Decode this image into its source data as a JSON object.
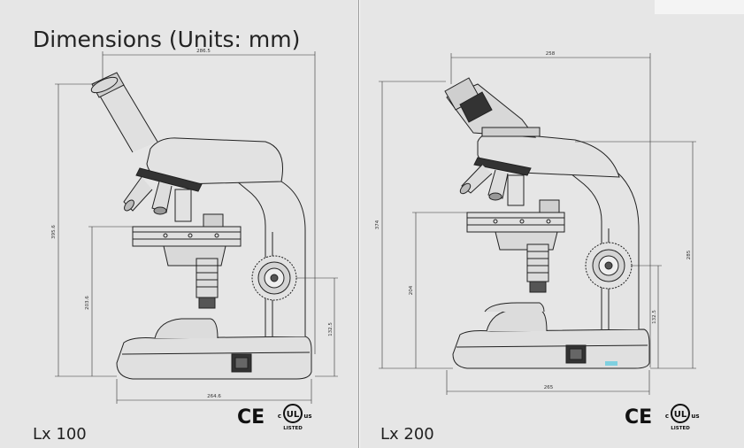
{
  "title": "Dimensions (Units: mm)",
  "models": [
    {
      "name": "Lx 100",
      "dims": {
        "width_top": "286.5",
        "height_total": "395.6",
        "stage_height": "203.6",
        "knob_height": "132.5",
        "base_width": "264.6"
      }
    },
    {
      "name": "Lx 200",
      "dims": {
        "width_top": "258",
        "height_total": "374",
        "stage_height": "204",
        "arm_height": "285",
        "knob_height": "132.5",
        "base_width": "265"
      }
    }
  ],
  "certification": {
    "ce_mark": "CE",
    "ul_left": "c",
    "ul_center": "UL",
    "ul_right": "us",
    "ul_listed": "LISTED"
  }
}
